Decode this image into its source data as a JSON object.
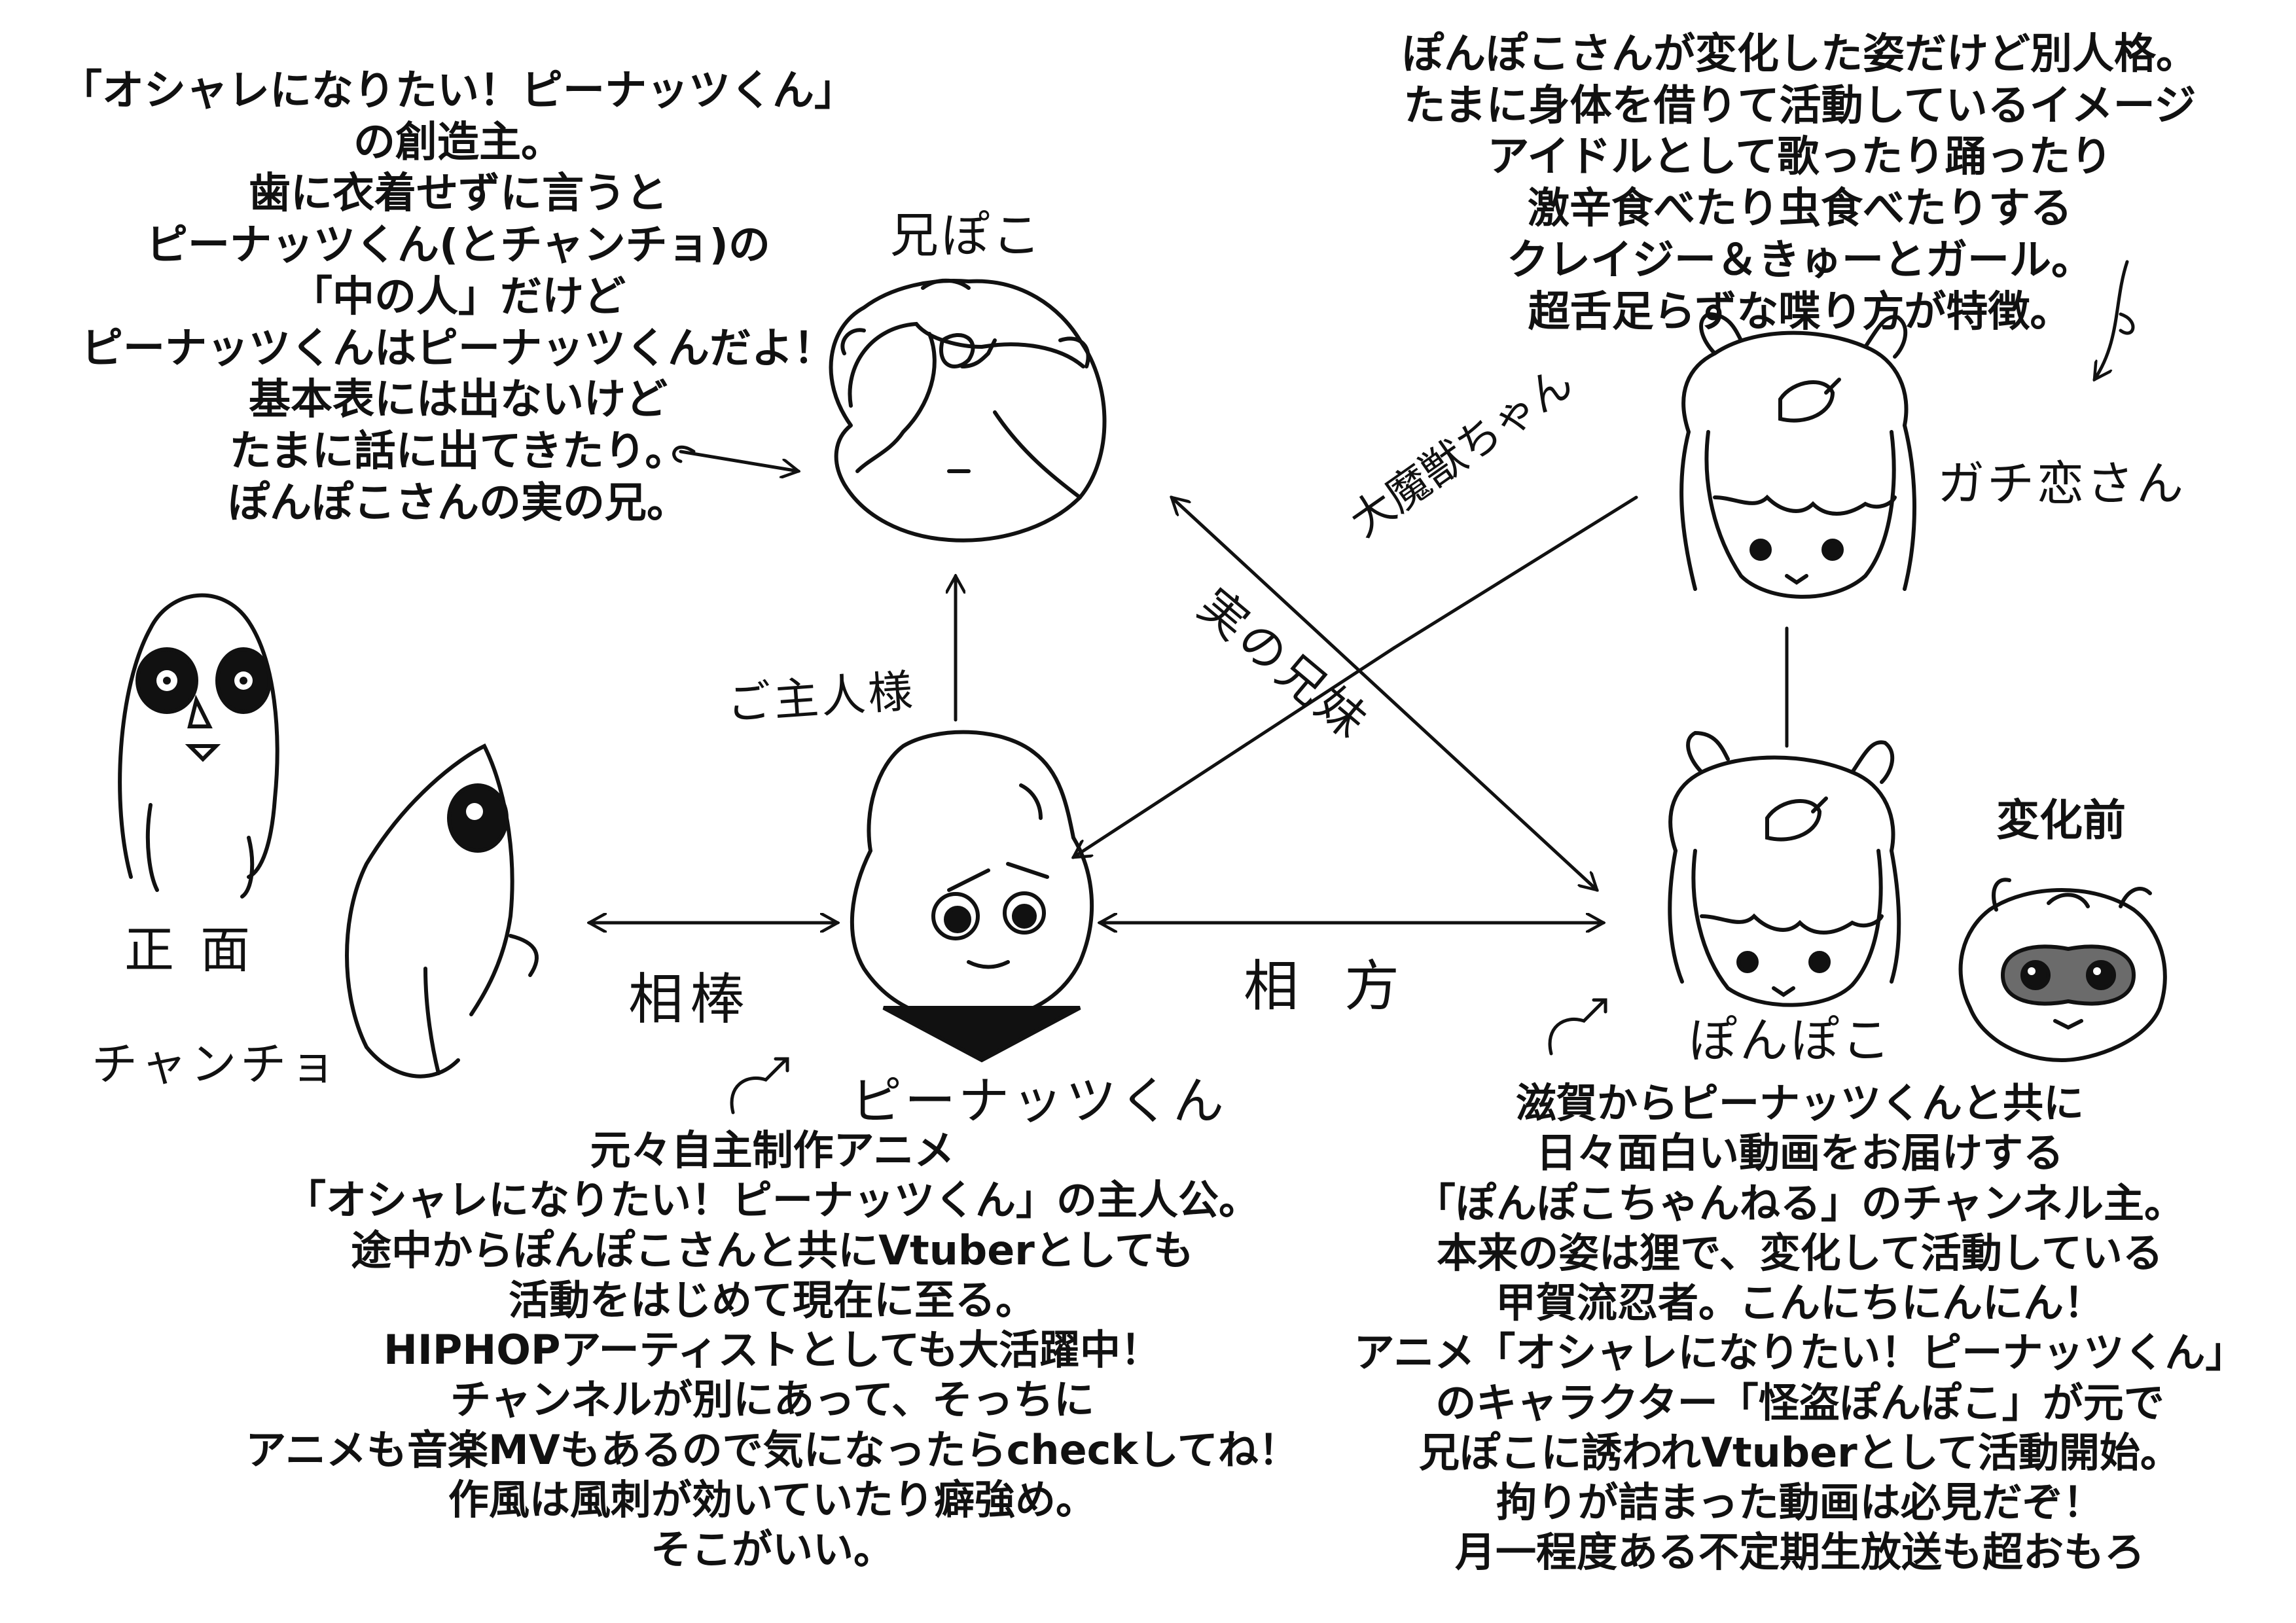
{
  "creator_block": {
    "lines": [
      "「オシャレになりたい！ピーナッツくん」",
      "の創造主。",
      "歯に衣着せずに言うと",
      "ピーナッツくん(とチャンチョ)の",
      "「中の人」だけど",
      "ピーナッツくんはピーナッツくんだよ！",
      "基本表には出ないけど",
      "たまに話に出てきたり。",
      "ぽんぽこさんの実の兄。"
    ]
  },
  "gachikoi_block": {
    "lines": [
      "ぽんぽこさんが変化した姿だけど別人格。",
      "たまに身体を借りて活動しているイメージ",
      "アイドルとして歌ったり踊ったり",
      "激辛食べたり虫食べたりする",
      "クレイジー＆きゅーとガール。",
      "超舌足らずな喋り方が特徴。"
    ]
  },
  "peanuts_block": {
    "lines": [
      "元々自主制作アニメ",
      "「オシャレになりたい！ピーナッツくん」の主人公。",
      "途中からぽんぽこさんと共にVtuberとしても",
      "活動をはじめて現在に至る。",
      "HIPHOPアーティストとしても大活躍中！",
      "チャンネルが別にあって、そっちに",
      "アニメも音楽MVもあるので気になったらcheckしてね！",
      "作風は風刺が効いていたり癖強め。",
      "そこがいい。"
    ]
  },
  "ponpoko_block": {
    "lines": [
      "滋賀からピーナッツくんと共に",
      "日々面白い動画をお届けする",
      "「ぽんぽこちゃんねる」のチャンネル主。",
      "本来の姿は狸で、変化して活動している",
      "甲賀流忍者。こんにちにんにん！",
      "アニメ「オシャレになりたい！ピーナッツくん」",
      "のキャラクター「怪盗ぽんぽこ」が元で",
      "兄ぽこに誘われVtuberとして活動開始。",
      "拘りが詰まった動画は必見だぞ！",
      "月一程度ある不定期生放送も超おもろ"
    ]
  },
  "names": {
    "anipoko": "兄ぽこ",
    "gachikoi": "ガチ恋さん",
    "henkamae": "変化前",
    "ponpoko": "ぽんぽこ",
    "peanuts": "ピーナッツくん",
    "chancho": "チャンチョ",
    "shomen": "正面"
  },
  "relations": {
    "goshujin": "ご主人様",
    "aibou": "相棒",
    "aikata": "相方",
    "daimaju": "大魔獣ちゃん",
    "kyoudai": "実の兄妹"
  },
  "colors": {
    "ink": "#111111",
    "background": "#ffffff",
    "tanuki_mask": "#6b6b6b"
  }
}
